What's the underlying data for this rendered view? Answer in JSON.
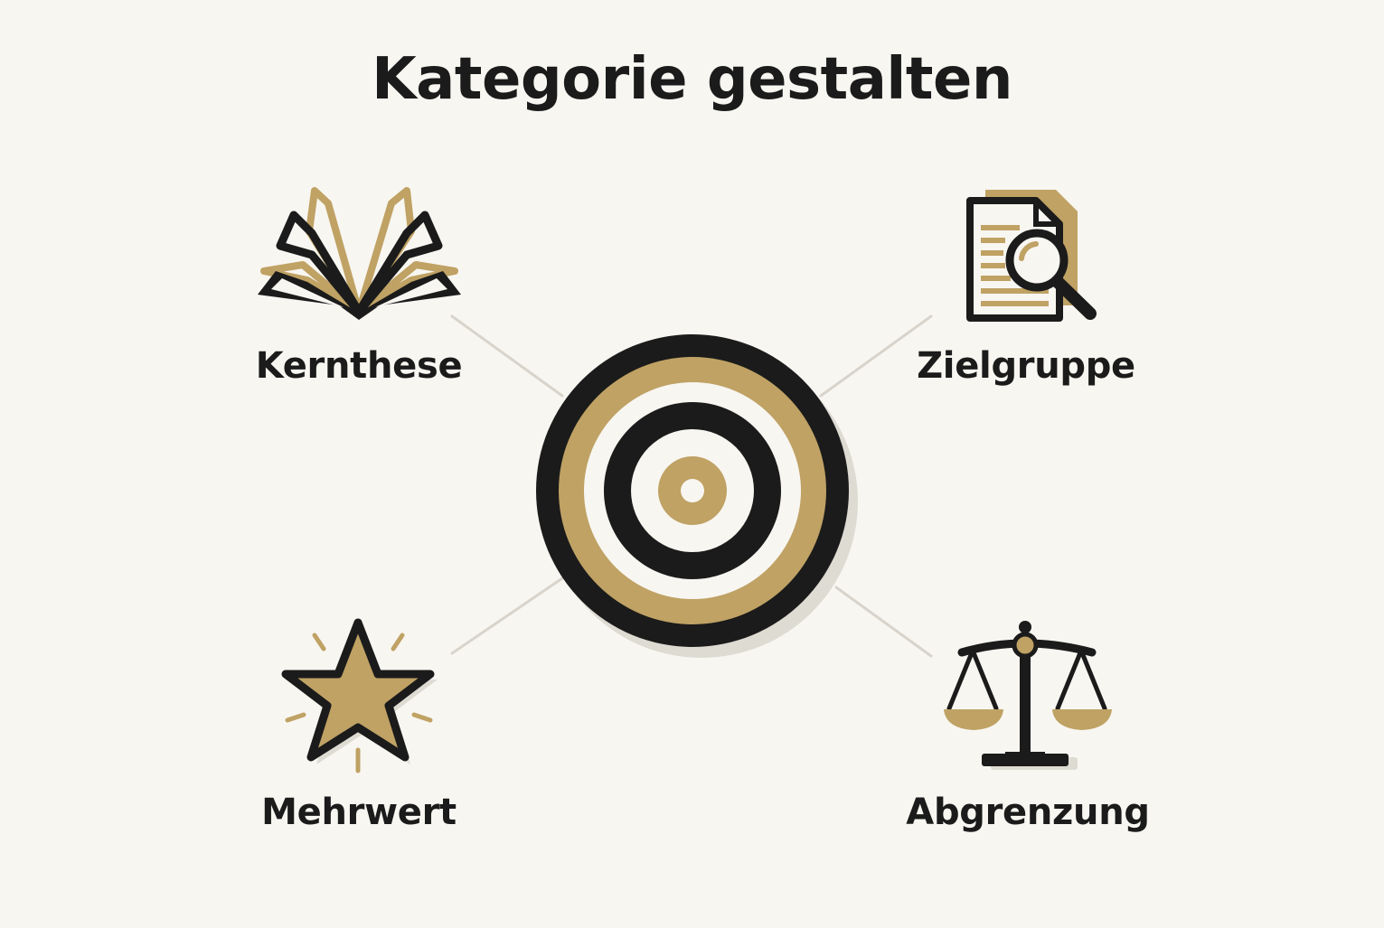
{
  "title": "Kategorie gestalten",
  "center": {
    "icon": "target-icon"
  },
  "nodes": [
    {
      "id": "kernthese",
      "label": "Kernthese",
      "icon": "open-book-icon"
    },
    {
      "id": "zielgruppe",
      "label": "Zielgruppe",
      "icon": "document-search-icon"
    },
    {
      "id": "mehrwert",
      "label": "Mehrwert",
      "icon": "sparkling-star-icon"
    },
    {
      "id": "abgrenzung",
      "label": "Abgrenzung",
      "icon": "balance-scale-icon"
    }
  ],
  "colors": {
    "background": "#f8f6f1",
    "dark": "#1b1b1b",
    "gold": "#bfa264",
    "connector": "#d8d4cb",
    "shadow": "#dedbd3"
  }
}
